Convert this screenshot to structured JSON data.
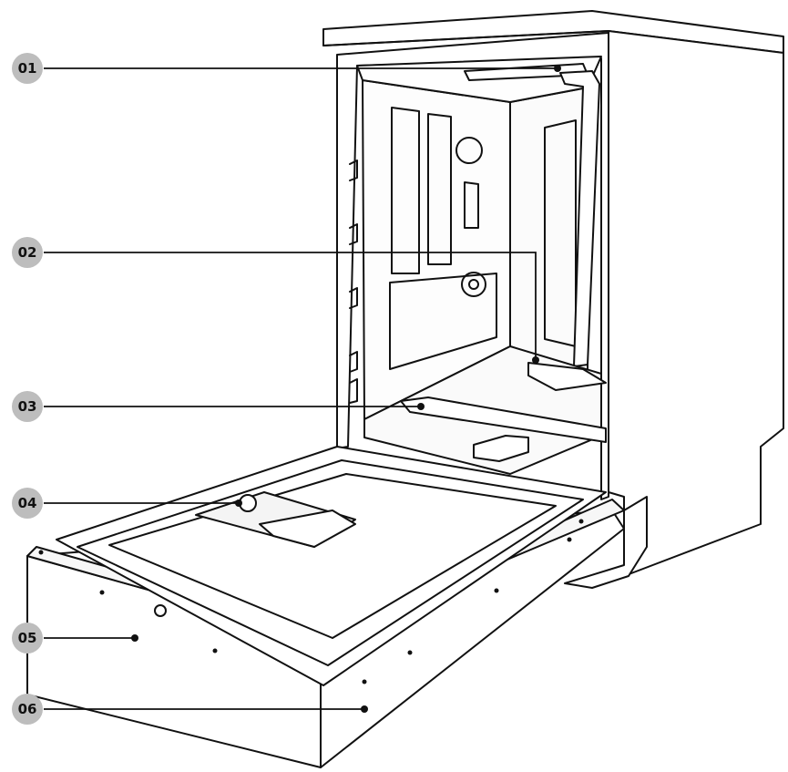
{
  "diagram": {
    "colors": {
      "line": "#111111",
      "badge": "#bdbdbd",
      "surface": "#ffffff"
    },
    "callouts": [
      {
        "id": "01",
        "label": "01"
      },
      {
        "id": "02",
        "label": "02"
      },
      {
        "id": "03",
        "label": "03"
      },
      {
        "id": "04",
        "label": "04"
      },
      {
        "id": "05",
        "label": "05"
      },
      {
        "id": "06",
        "label": "06"
      }
    ]
  }
}
